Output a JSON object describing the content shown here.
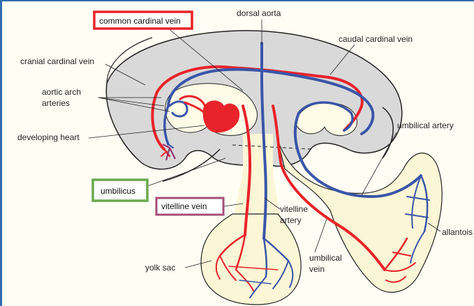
{
  "labels": {
    "common_cardinal_vein": "common cardinal vein",
    "dorsal_aorta": "dorsal aorta",
    "caudal_cardinal_vein": "caudal cardinal vein",
    "cranial_cardinal_vein": "cranial cardinal vein",
    "aortic_arch_line1": "aortic arch",
    "aortic_arch_line2": "arteries",
    "developing_heart": "developing heart",
    "umbilical_artery": "umbilical artery",
    "umbilicus": "umbilicus",
    "vitelline_vein": "vitelline vein",
    "vitelline_artery_line1": "vitelline",
    "vitelline_artery_line2": "artery",
    "allantois": "allantois",
    "yolk_sac": "yolk sac",
    "umbilical_vein_line1": "umbilical",
    "umbilical_vein_line2": "vein"
  },
  "colors": {
    "artery": "#e8232a",
    "vein": "#3a55a8",
    "embryo_body": "#d9d9d9",
    "sac_fill": "#fbf6d6",
    "box_red": "#e8232a",
    "box_green": "#6aa84f",
    "box_purple": "#a64d79"
  }
}
